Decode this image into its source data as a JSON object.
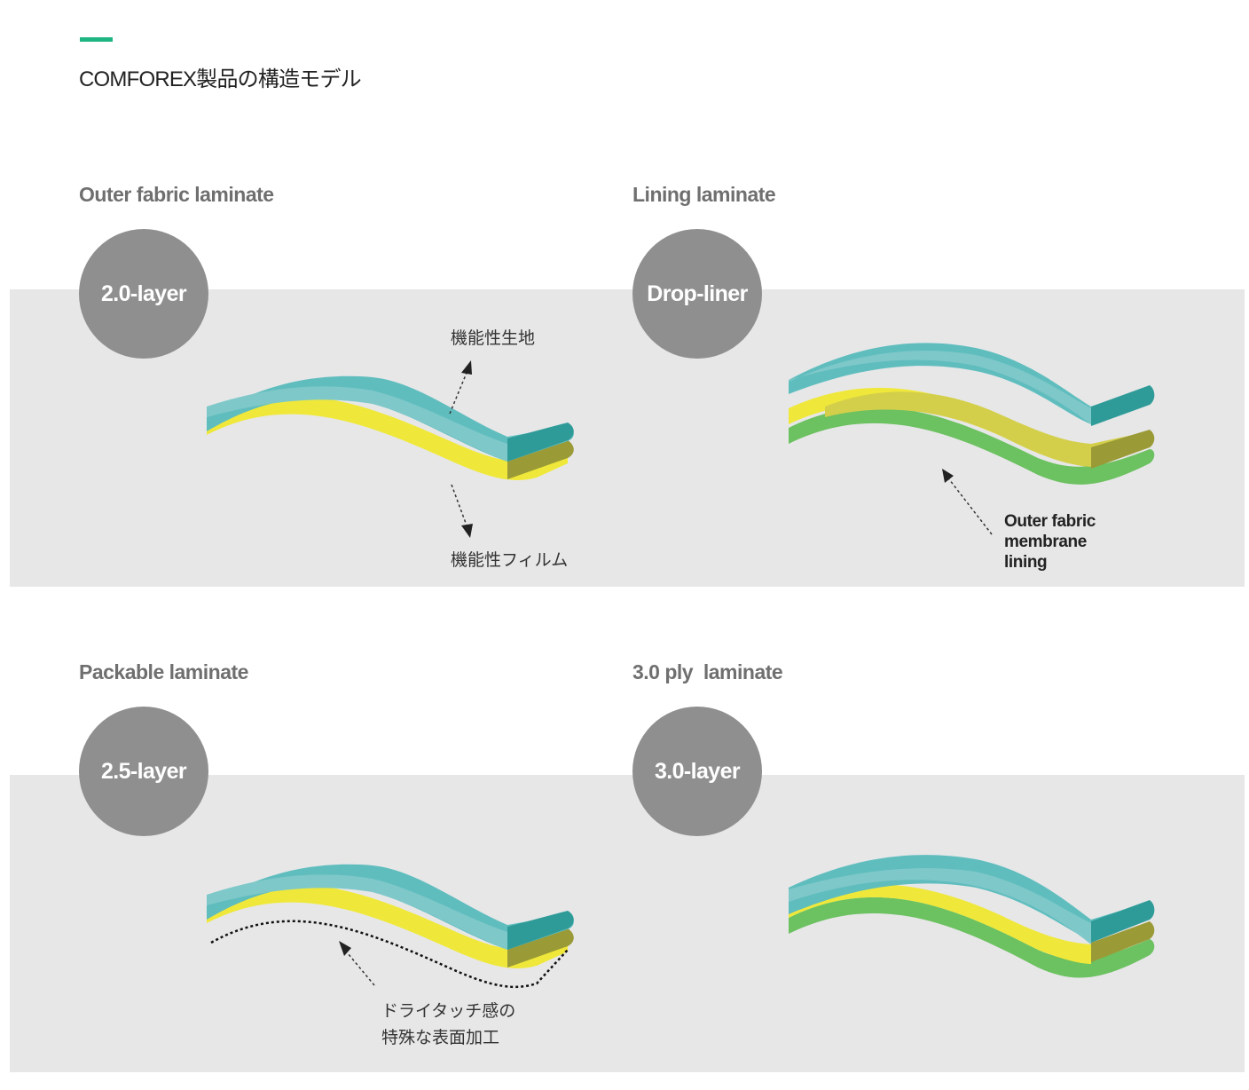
{
  "header": {
    "title": "COMFOREX製品の構造モデル"
  },
  "colors": {
    "accent": "#1fb583",
    "panel": "#e7e7e8",
    "badge": "#8f8f8f",
    "teal": "#60bdbe",
    "teal_light": "#7fc8c9",
    "teal_dark": "#2f9b98",
    "yellow": "#efe83a",
    "olive": "#9a9a36",
    "olive_yellow": "#d4cf4a",
    "green": "#6cc160"
  },
  "sections": {
    "outer": {
      "title": "Outer fabric laminate",
      "badge": "2.0-layer",
      "label_top": "機能性生地",
      "label_bottom": "機能性フィルム"
    },
    "lining": {
      "title": "Lining laminate",
      "badge": "Drop-liner",
      "label_lines": [
        "Outer fabric",
        "membrane",
        "lining"
      ]
    },
    "packable": {
      "title": "Packable laminate",
      "badge": "2.5-layer",
      "label_lines": [
        "ドライタッチ感の",
        "特殊な表面加工"
      ]
    },
    "ply3": {
      "title": "3.0 ply  laminate",
      "badge": "3.0-layer"
    }
  }
}
